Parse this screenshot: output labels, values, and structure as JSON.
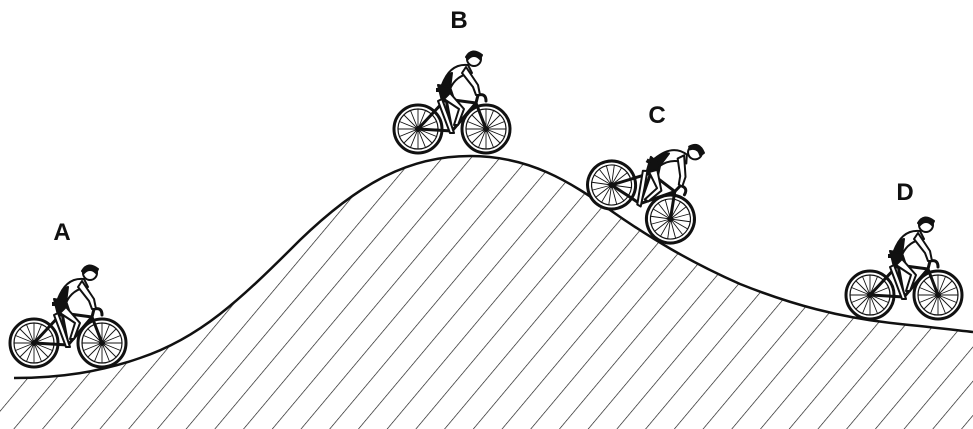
{
  "labels": {
    "a": "A",
    "b": "B",
    "c": "C",
    "d": "D"
  },
  "colors": {
    "ink": "#111111",
    "background": "#ffffff"
  },
  "icons": [
    "cyclist-icon",
    "bicycle-wheel-icon"
  ]
}
